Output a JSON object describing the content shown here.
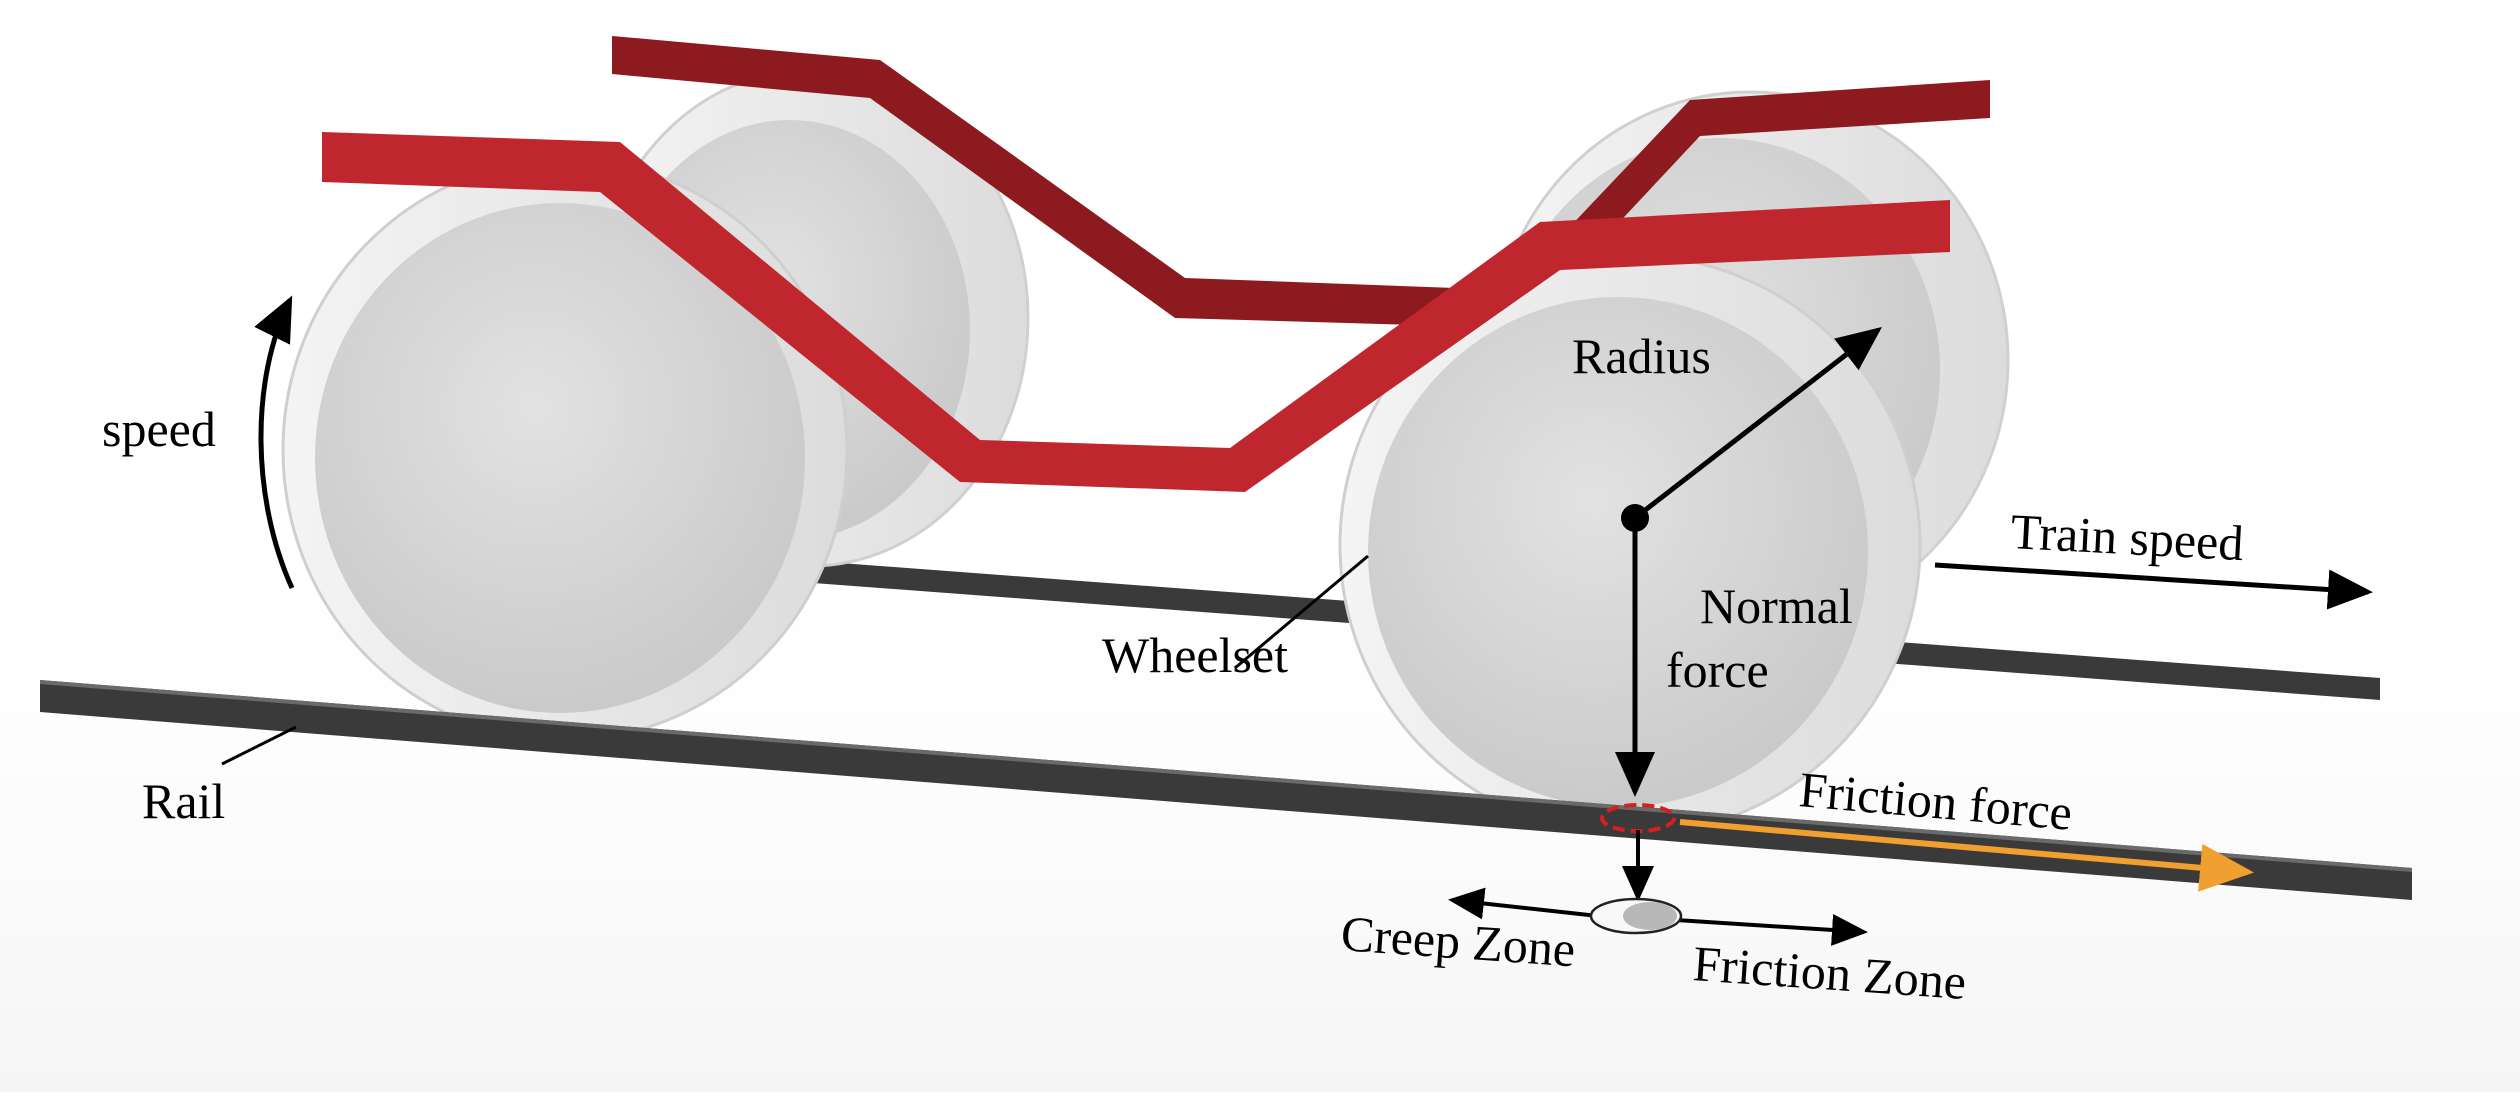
{
  "labels": {
    "speed": "speed",
    "radius": "Radius",
    "train_speed": "Train speed",
    "normal": "Normal",
    "force": "force",
    "wheelset": "Wheelset",
    "rail": "Rail",
    "friction_force": "Friction force",
    "creep_zone": "Creep Zone",
    "friction_zone": "Friction Zone"
  },
  "colors": {
    "frame": "#c0262d",
    "frame_dark": "#8c1a1f",
    "wheel_face": "#d9d9d9",
    "wheel_rim": "#ececec",
    "rail": "#3a3a3a",
    "friction_arrow": "#f0a030",
    "contact_ring": "#d42020"
  }
}
